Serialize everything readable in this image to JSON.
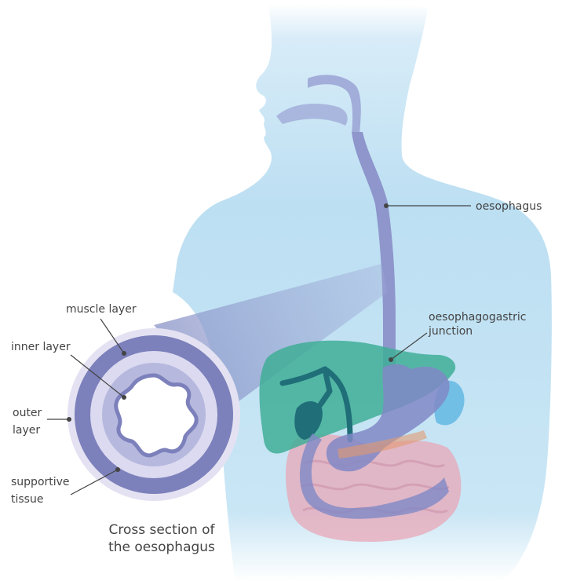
{
  "labels": {
    "oesophagus": "oesophagus",
    "oga_line1": "oesophagogastric",
    "oga_line2": "junction",
    "muscle_layer": "muscle layer",
    "inner_layer": "inner layer",
    "outer_line1": "outer",
    "outer_line2": "layer",
    "supportive_line1": "supportive",
    "supportive_line2": "tissue"
  },
  "caption": {
    "line1": "Cross section of",
    "line2": "the oesophagus"
  },
  "colors": {
    "body": "#bcdff2",
    "oesophagus": "#8e96cc",
    "liver": "#3fae96",
    "stomach": "#8088c6",
    "intestine": "#e9a8b8",
    "muscle": "#7c80bb",
    "lumen": "#ffffff"
  }
}
